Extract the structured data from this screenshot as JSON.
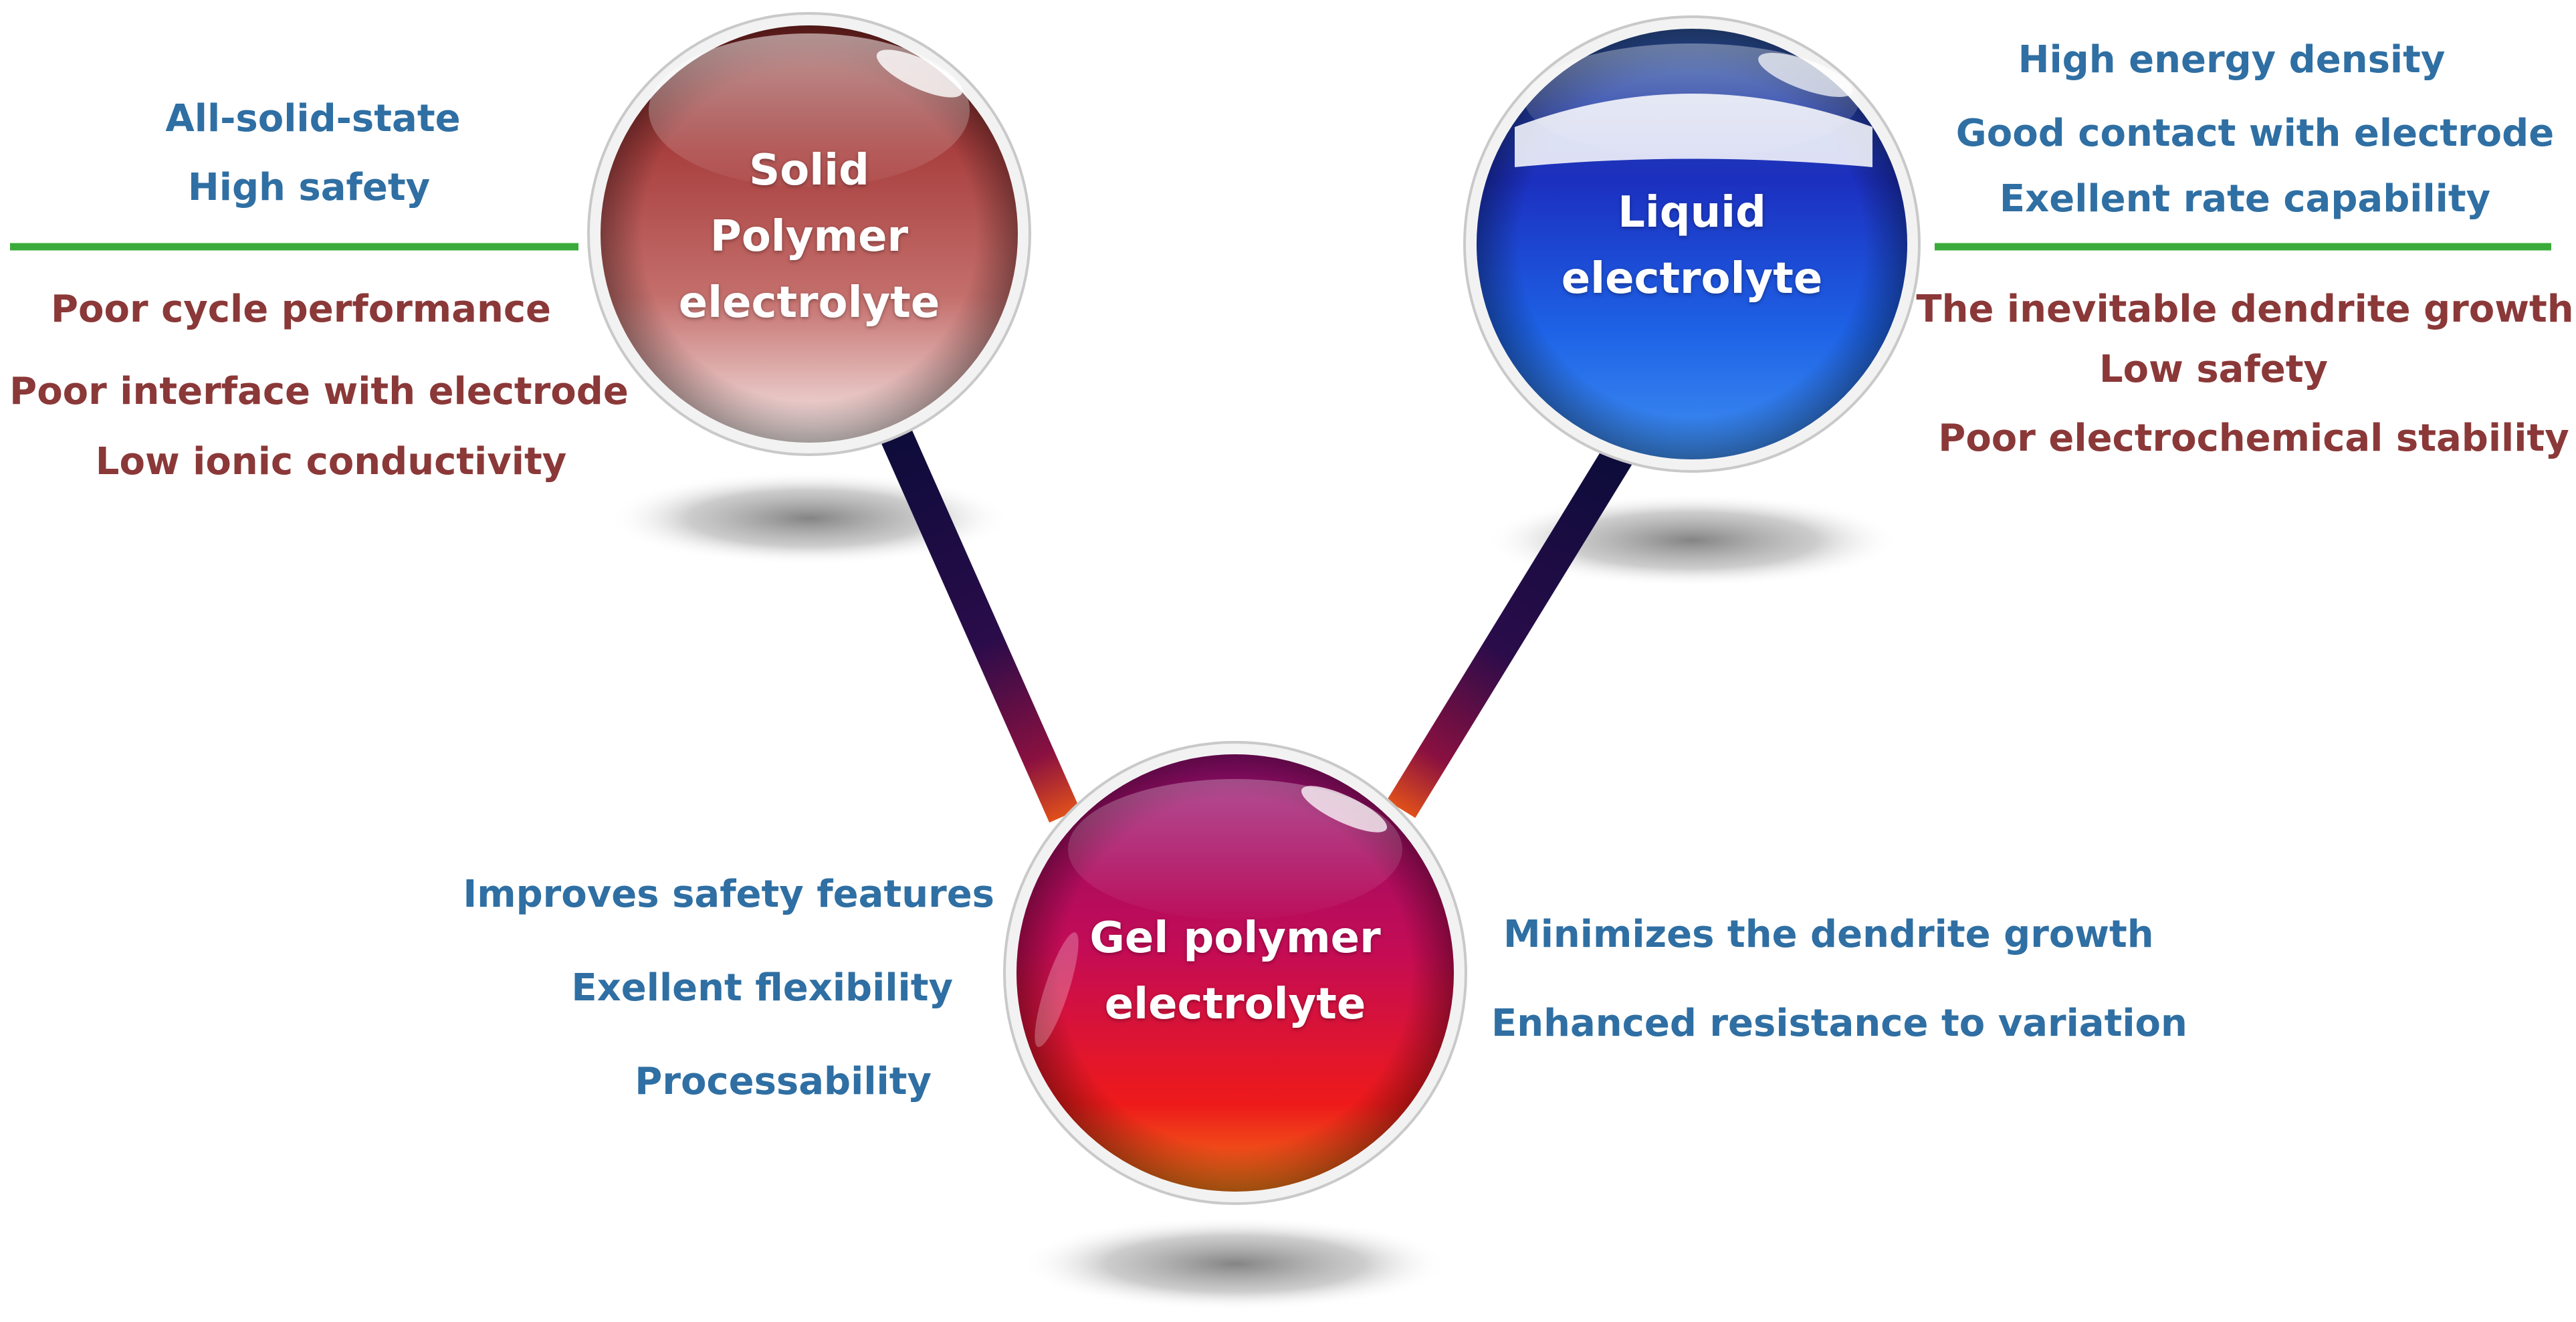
{
  "nodes": {
    "solid": {
      "title_lines": [
        "Solid",
        "Polymer",
        "electrolyte"
      ],
      "pros": [
        "All-solid-state",
        "High safety"
      ],
      "cons": [
        "Poor cycle performance",
        "Poor interface with electrode",
        "Low ionic conductivity"
      ]
    },
    "liquid": {
      "title_lines": [
        "Liquid",
        "electrolyte"
      ],
      "pros": [
        "High energy density",
        "Good contact with electrode",
        "Exellent rate capability"
      ],
      "cons": [
        "The inevitable dendrite growth",
        "Low safety",
        "Poor electrochemical stability"
      ]
    },
    "gel": {
      "title_lines": [
        "Gel polymer",
        "electrolyte"
      ],
      "pros_left": [
        "Improves safety features",
        "Exellent flexibility",
        "Processability"
      ],
      "pros_right": [
        "Minimizes the dendrite growth",
        "Enhanced resistance to variation"
      ]
    }
  },
  "colors": {
    "pro_text": "#2f6fa3",
    "con_text": "#8b3838",
    "divider": "#3aab3a",
    "solid_sphere": "#a8403f",
    "liquid_sphere": "#1f4fd6",
    "gel_sphere": "#d0104a",
    "connector": "#0c0c3a"
  }
}
